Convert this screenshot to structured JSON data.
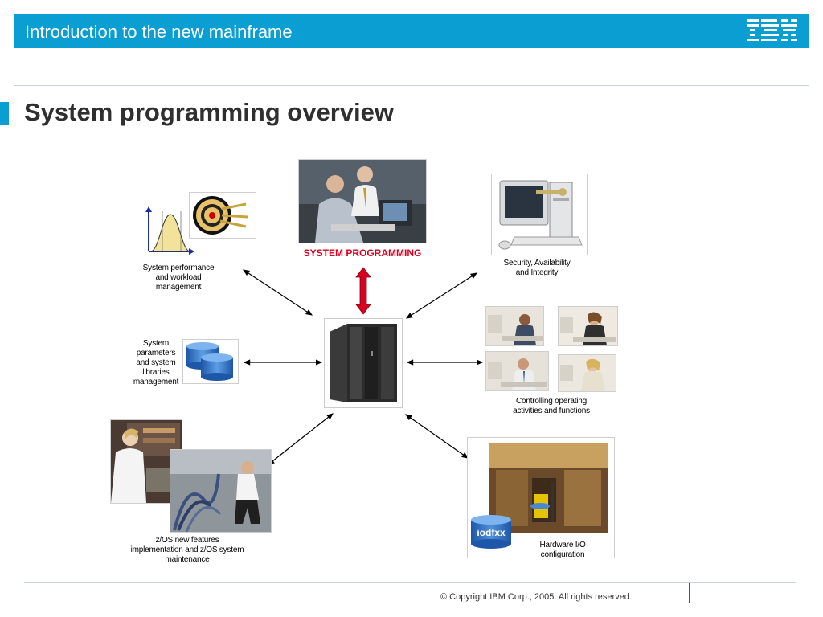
{
  "header": {
    "title": "Introduction to the new mainframe",
    "logo": "IBM"
  },
  "slide": {
    "title": "System programming overview"
  },
  "diagram": {
    "center_label": "SYSTEM PROGRAMMING",
    "perf_line1": "System performance",
    "perf_line2": "and workload",
    "perf_line3": "management",
    "sec_line1": "Security, Availability",
    "sec_line2": "and Integrity",
    "params_line1": "System",
    "params_line2": "parameters",
    "params_line3": "and system",
    "params_line4": "libraries",
    "params_line5": "management",
    "ops_line1": "Controlling operating",
    "ops_line2": "activities and functions",
    "zos_line1": "z/OS new features",
    "zos_line2": "implementation and z/OS system",
    "zos_line3": "maintenance",
    "hw_line1": "Hardware I/O",
    "hw_line2": "configuration",
    "disk_label": "iodfxx"
  },
  "footer": {
    "copyright": "© Copyright IBM Corp., 2005. All rights reserved."
  },
  "colors": {
    "header": "#0a9ed3",
    "accent_red": "#d8001f",
    "disk_blue": "#2a6cc4"
  }
}
